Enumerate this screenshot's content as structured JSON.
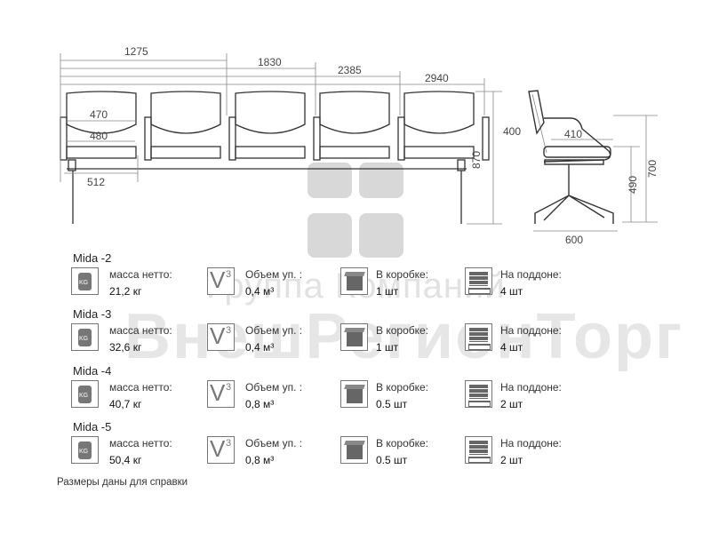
{
  "watermark": {
    "line1": "Группа Компаний",
    "line2": "ВнешРегионТорг"
  },
  "dimensions": {
    "front": [
      "1275",
      "1830",
      "2385",
      "2940",
      "470",
      "480",
      "512",
      "870"
    ],
    "side": [
      "400",
      "410",
      "490",
      "700",
      "600"
    ]
  },
  "labels": {
    "mass": "масса нетто:",
    "volume": "Объем уп. :",
    "box": "В коробке:",
    "pallet": "На поддоне:",
    "v_icon": "V",
    "v_sup": "3",
    "kg_icon": "KG"
  },
  "models": [
    {
      "name": "Mida -2",
      "mass": "21,2 кг",
      "volume": "0,4 м³",
      "box": "1 шт",
      "pallet": "4 шт"
    },
    {
      "name": "Mida -3",
      "mass": "32,6 кг",
      "volume": "0,4 м³",
      "box": "1 шт",
      "pallet": "4 шт"
    },
    {
      "name": "Mida -4",
      "mass": "40,7 кг",
      "volume": "0,8 м³",
      "box": "0.5 шт",
      "pallet": "2 шт"
    },
    {
      "name": "Mida -5",
      "mass": "50,4 кг",
      "volume": "0,8 м³",
      "box": "0.5 шт",
      "pallet": "2 шт"
    }
  ],
  "note": "Размеры даны для справки"
}
